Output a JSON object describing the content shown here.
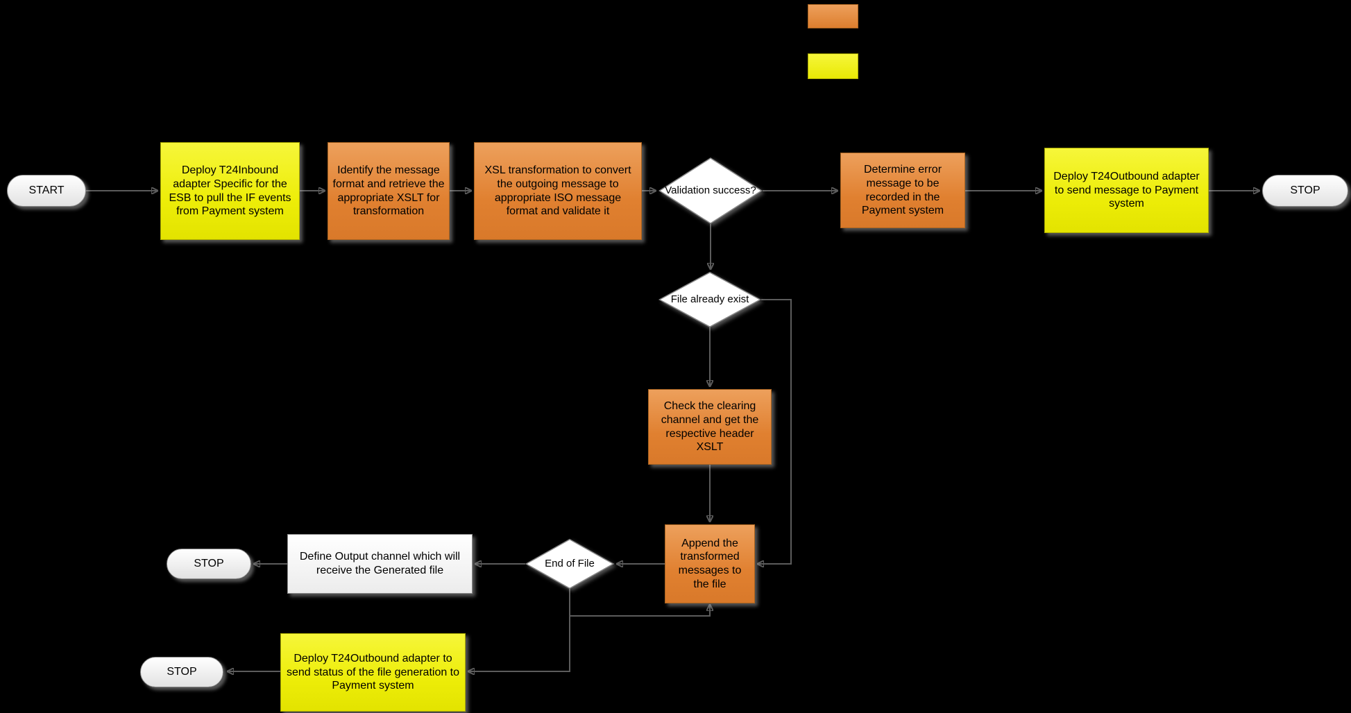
{
  "canvas": {
    "background": "#000000"
  },
  "legend": {
    "swatches": [
      {
        "name": "orange",
        "color": "#E08030"
      },
      {
        "name": "yellow",
        "color": "#EDED08"
      }
    ]
  },
  "colors": {
    "process_orange": "#E08030",
    "process_yellow": "#EDED08",
    "terminator_white": "#FFFFFF",
    "connector_gray": "#5C5C5C"
  },
  "nodes": {
    "start": {
      "label": "START",
      "type": "terminator"
    },
    "deploy_inbound": {
      "label": "Deploy T24Inbound adapter Specific for the ESB to pull the IF events from Payment system",
      "type": "process",
      "color": "yellow"
    },
    "identify_format": {
      "label": "Identify the message format and retrieve the appropriate XSLT for transformation",
      "type": "process",
      "color": "orange"
    },
    "xsl_transform": {
      "label": "XSL transformation to convert the outgoing message to appropriate ISO message format and validate it",
      "type": "process",
      "color": "orange"
    },
    "validation_success": {
      "label": "Validation success?",
      "type": "decision"
    },
    "determine_error": {
      "label": "Determine error message to be recorded in the Payment system",
      "type": "process",
      "color": "orange"
    },
    "deploy_outbound_msg": {
      "label": "Deploy T24Outbound adapter to send message to Payment system",
      "type": "process",
      "color": "yellow"
    },
    "stop_top": {
      "label": "STOP",
      "type": "terminator"
    },
    "file_already_exist": {
      "label": "File already exist",
      "type": "decision"
    },
    "check_clearing": {
      "label": "Check the clearing channel and get the respective header XSLT",
      "type": "process",
      "color": "orange"
    },
    "append_messages": {
      "label": "Append the transformed messages to the file",
      "type": "process",
      "color": "orange"
    },
    "end_of_file": {
      "label": "End of File",
      "type": "decision"
    },
    "define_output": {
      "label": "Define Output channel which will receive the Generated file",
      "type": "process",
      "color": "white"
    },
    "stop_mid": {
      "label": "STOP",
      "type": "terminator"
    },
    "deploy_outbound_status": {
      "label": "Deploy T24Outbound adapter to send status of the file generation to Payment system",
      "type": "process",
      "color": "yellow"
    },
    "stop_bottom": {
      "label": "STOP",
      "type": "terminator"
    }
  }
}
